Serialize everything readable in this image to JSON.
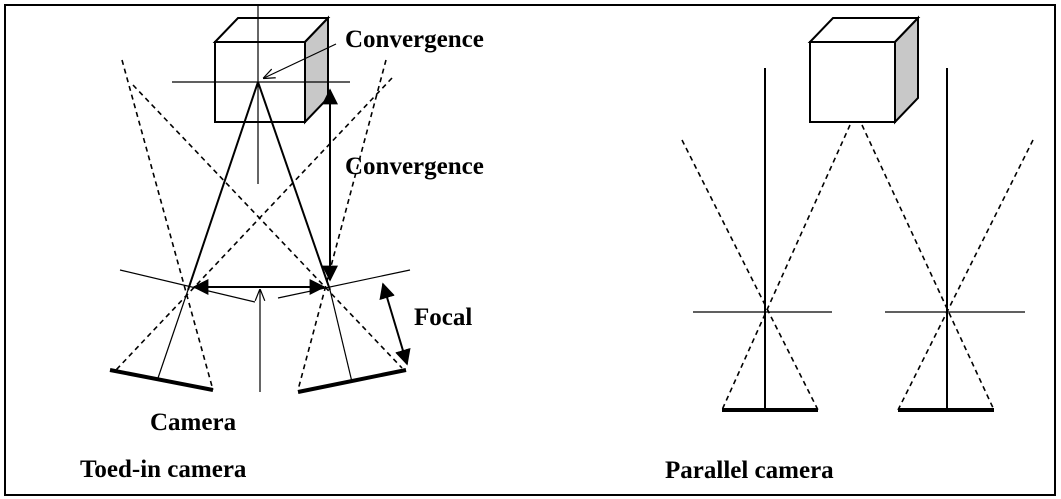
{
  "labels": {
    "convergence_point": "Convergence",
    "convergence_distance": "Convergence",
    "focal": "Focal",
    "camera": "Camera",
    "toed_in_title": "Toed-in camera",
    "parallel_title": "Parallel camera"
  },
  "colors": {
    "stroke": "#000000",
    "cube_shaded_face": "#c8c8c8",
    "background": "#ffffff",
    "frame": "#000000"
  }
}
